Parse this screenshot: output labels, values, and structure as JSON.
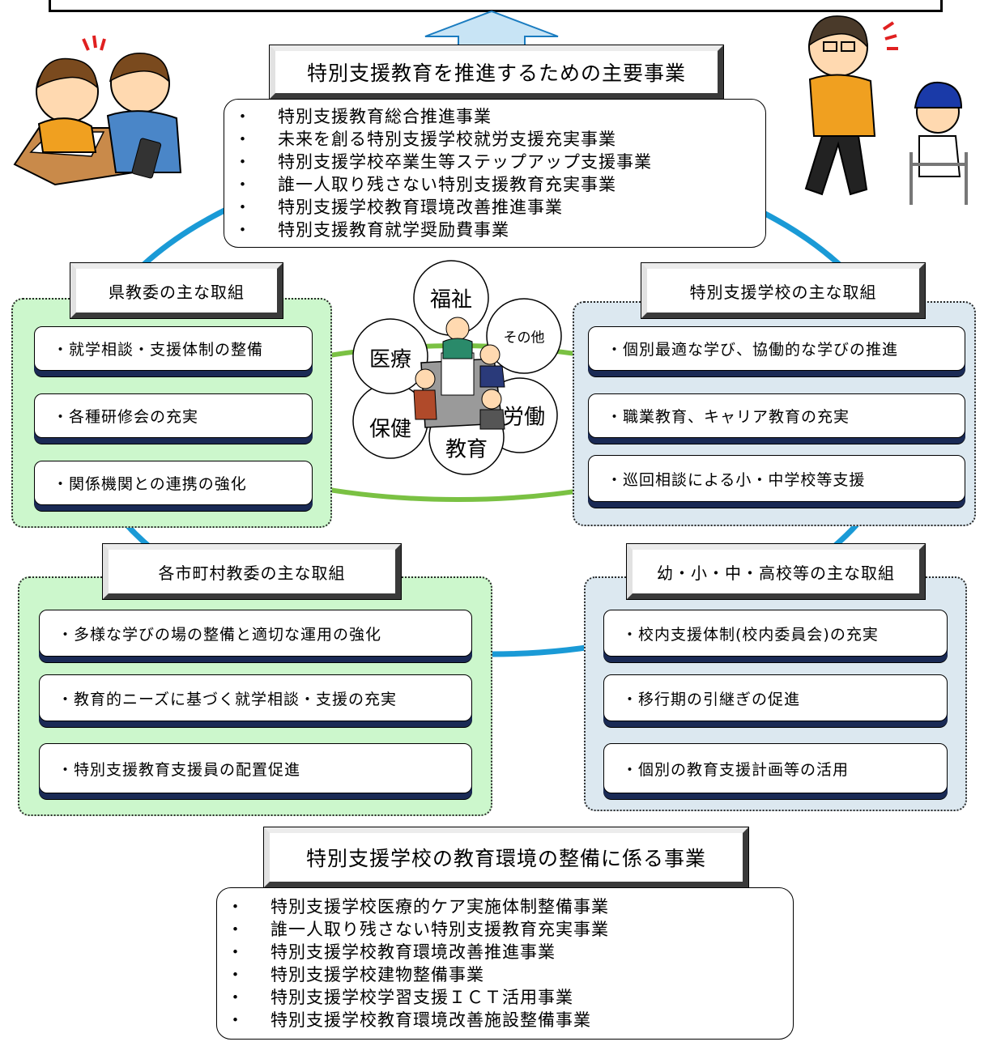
{
  "main_projects": {
    "title": "特別支援教育を推進するための主要事業",
    "bullet": "・",
    "items": [
      "特別支援教育総合推進事業",
      "未来を創る特別支援学校就労支援充実事業",
      "特別支援学校卒業生等ステップアップ支援事業",
      "誰一人取り残さない特別支援教育充実事業",
      "特別支援学校教育環境改善推進事業",
      "特別支援教育就学奨励費事業"
    ]
  },
  "prefecture_board": {
    "title": "県教委の主な取組",
    "items": [
      "・就学相談・支援体制の整備",
      "・各種研修会の充実",
      "・関係機関との連携の強化"
    ]
  },
  "special_schools": {
    "title": "特別支援学校の主な取組",
    "items": [
      "・個別最適な学び、協働的な学びの推進",
      "・職業教育、キャリア教育の充実",
      "・巡回相談による小・中学校等支援"
    ]
  },
  "municipal_boards": {
    "title": "各市町村教委の主な取組",
    "items": [
      "・多様な学びの場の整備と適切な運用の強化",
      "・教育的ニーズに基づく就学相談・支援の充実",
      "・特別支援教育支援員の配置促進"
    ]
  },
  "schools": {
    "title": "幼・小・中・高校等の主な取組",
    "items": [
      "・校内支援体制(校内委員会)の充実",
      "・移行期の引継ぎの促進",
      "・個別の教育支援計画等の活用"
    ]
  },
  "network": {
    "petals": [
      "福祉",
      "その他",
      "労働",
      "教育",
      "保健",
      "医療"
    ]
  },
  "environment_projects": {
    "title": "特別支援学校の教育環境の整備に係る事業",
    "bullet": "・",
    "items": [
      "特別支援学校医療的ケア実施体制整備事業",
      "誰一人取り残さない特別支援教育充実事業",
      "特別支援学校教育環境改善推進事業",
      "特別支援学校建物整備事業",
      "特別支援学校学習支援ＩＣＴ活用事業",
      "特別支援学校教育環境改善施設整備事業"
    ]
  },
  "colors": {
    "ring": "#1a9ad6",
    "link": "#7ac143",
    "green_panel": "#ccf7cc",
    "blue_panel": "#dce8f0",
    "item_base": "#1a2a55"
  }
}
